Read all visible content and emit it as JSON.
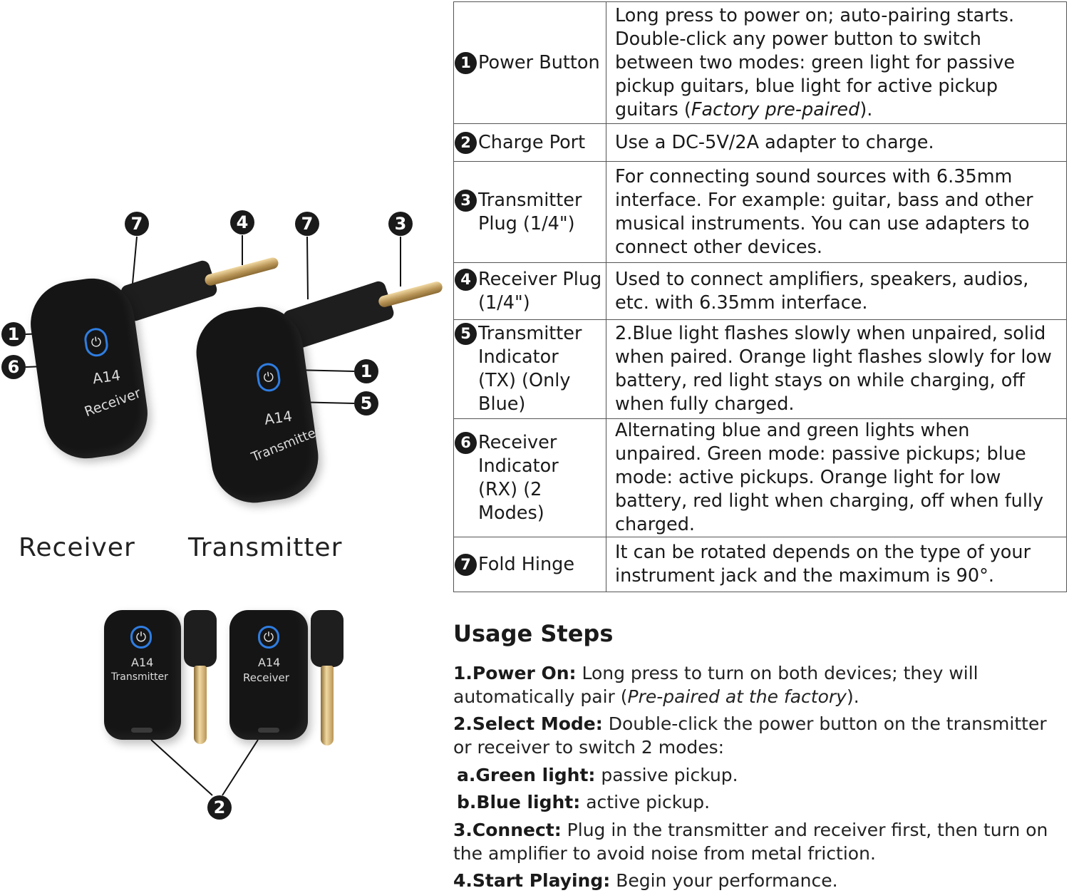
{
  "colors": {
    "accent_blue": "#2f7de1",
    "device_black": "#151515",
    "badge": "#1a1a1a",
    "jack_gold": "#c9a96a"
  },
  "callouts": {
    "c1": "1",
    "c2": "2",
    "c3": "3",
    "c4": "4",
    "c5": "5",
    "c6": "6",
    "c7": "7"
  },
  "devices": {
    "receiver": {
      "model": "A14",
      "name": "Receiver",
      "power_icon": "power-icon"
    },
    "transmitter": {
      "model": "A14",
      "name": "Transmitter",
      "power_icon": "power-icon"
    }
  },
  "captions": {
    "receiver": "Receiver",
    "transmitter": "Transmitter"
  },
  "parts": [
    {
      "num": "1",
      "name": "Power Button",
      "desc": "Long press to power on; auto-pairing starts. Double-click any power button to switch between two modes: green light for passive pickup guitars, blue light for active pickup guitars (",
      "desc_italic": "Factory pre-paired",
      "desc_end": ")."
    },
    {
      "num": "2",
      "name": "Charge Port",
      "desc": "Use a DC-5V/2A adapter to charge."
    },
    {
      "num": "3",
      "name": "Transmitter Plug (1/4\")",
      "desc": "For connecting sound sources with 6.35mm interface. For example: guitar, bass and other musical instruments. You can use adapters to connect other devices."
    },
    {
      "num": "4",
      "name": "Receiver Plug (1/4\")",
      "desc": "Used to connect amplifiers, speakers, audios, etc. with 6.35mm interface."
    },
    {
      "num": "5",
      "name": "Transmitter Indicator (TX) (Only Blue)",
      "desc": "2.Blue light flashes slowly when unpaired, solid when paired. Orange light flashes slowly for low battery, red light stays on while charging, off when fully charged."
    },
    {
      "num": "6",
      "name": "Receiver Indicator (RX) (2 Modes)",
      "desc": "Alternating blue and green lights when unpaired. Green mode: passive pickups; blue mode: active pickups. Orange light for low battery, red light when charging, off when fully charged."
    },
    {
      "num": "7",
      "name": "Fold Hinge",
      "desc": "It can be rotated depends on the type of your instrument jack and the maximum is 90°."
    }
  ],
  "usage": {
    "title": "Usage Steps",
    "s1_label": "1.Power On:",
    "s1_text": " Long press to turn on both devices; they will automatically pair (",
    "s1_italic": "Pre-paired at the factory",
    "s1_end": ").",
    "s2_label": "2.Select Mode:",
    "s2_text": " Double-click the power button on the transmitter or receiver to switch 2 modes:",
    "sa_label": "a.Green light:",
    "sa_text": " passive pickup.",
    "sb_label": "b.Blue light:",
    "sb_text": " active pickup.",
    "s3_label": "3.Connect:",
    "s3_text": " Plug in the transmitter and receiver first, then turn on the amplifier to avoid noise from metal friction.",
    "s4_label": "4.Start Playing:",
    "s4_text": " Begin your performance."
  }
}
